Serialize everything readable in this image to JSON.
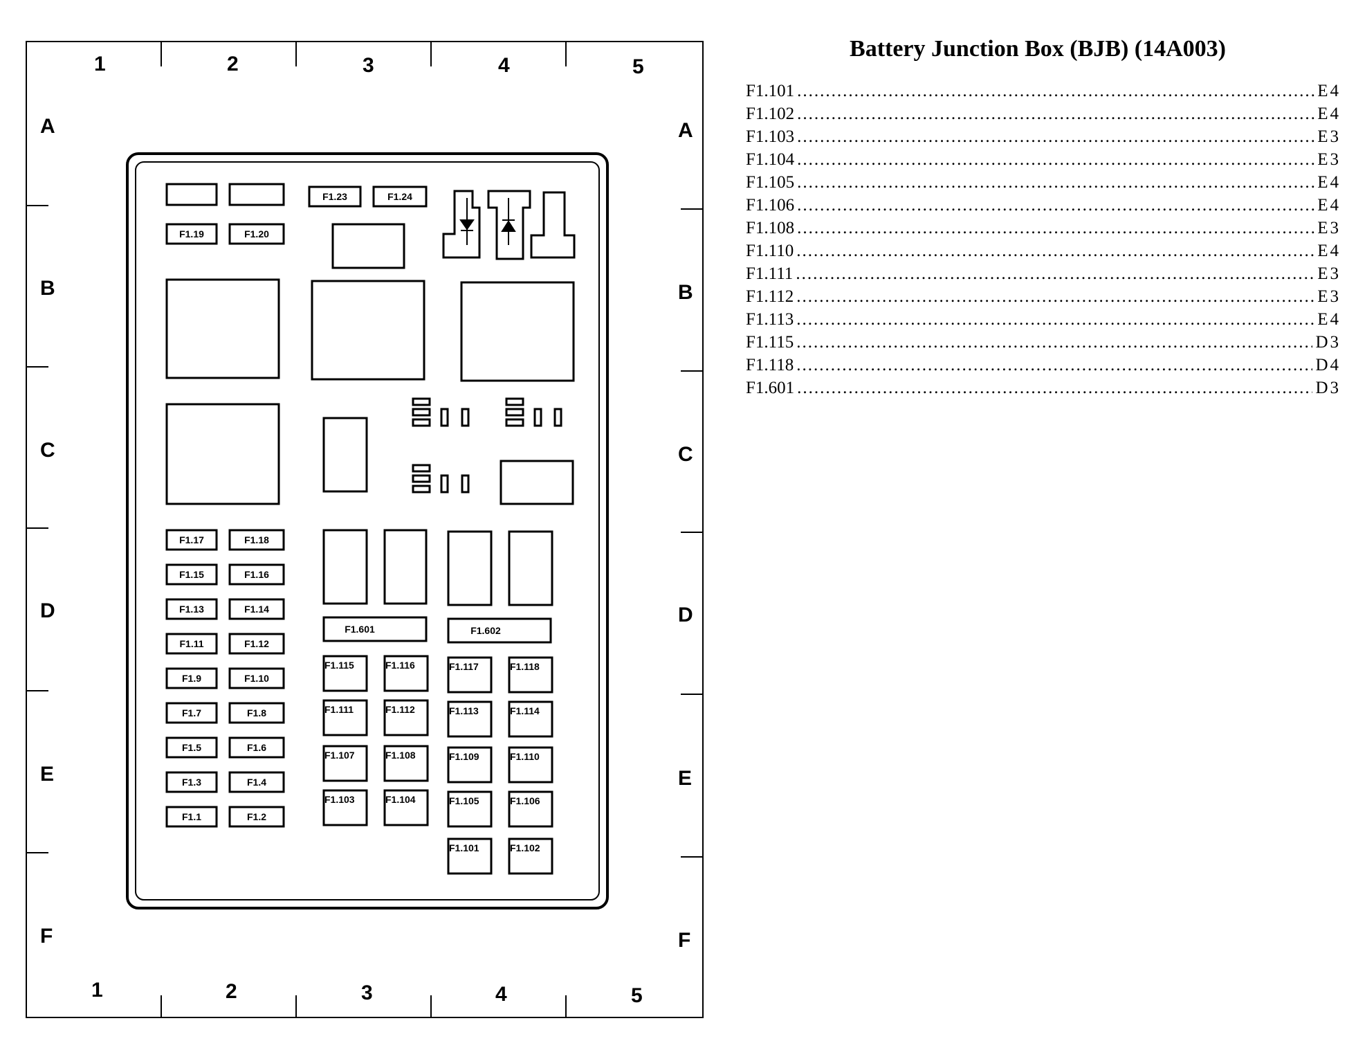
{
  "title": "Battery Junction Box (BJB) (14A003)",
  "grid": {
    "columns": [
      "1",
      "2",
      "3",
      "4",
      "5"
    ],
    "rows": [
      "A",
      "B",
      "C",
      "D",
      "E",
      "F"
    ]
  },
  "fuse_labels": {
    "f1_19": "F1.19",
    "f1_20": "F1.20",
    "f1_23": "F1.23",
    "f1_24": "F1.24",
    "f1_17": "F1.17",
    "f1_18": "F1.18",
    "f1_15": "F1.15",
    "f1_16": "F1.16",
    "f1_13": "F1.13",
    "f1_14": "F1.14",
    "f1_11": "F1.11",
    "f1_12": "F1.12",
    "f1_9": "F1.9",
    "f1_10": "F1.10",
    "f1_7": "F1.7",
    "f1_8": "F1.8",
    "f1_5": "F1.5",
    "f1_6": "F1.6",
    "f1_3": "F1.3",
    "f1_4": "F1.4",
    "f1_1": "F1.1",
    "f1_2": "F1.2",
    "f1_601": "F1.601",
    "f1_602": "F1.602",
    "f1_115": "F1.115",
    "f1_116": "F1.116",
    "f1_117": "F1.117",
    "f1_118": "F1.118",
    "f1_111": "F1.111",
    "f1_112": "F1.112",
    "f1_113": "F1.113",
    "f1_114": "F1.114",
    "f1_107": "F1.107",
    "f1_108": "F1.108",
    "f1_109": "F1.109",
    "f1_110": "F1.110",
    "f1_103": "F1.103",
    "f1_104": "F1.104",
    "f1_105": "F1.105",
    "f1_106": "F1.106",
    "f1_101": "F1.101",
    "f1_102": "F1.102"
  },
  "index": [
    {
      "fuse": "F1.101",
      "location": "E4"
    },
    {
      "fuse": "F1.102",
      "location": "E4"
    },
    {
      "fuse": "F1.103",
      "location": "E3"
    },
    {
      "fuse": "F1.104",
      "location": "E3"
    },
    {
      "fuse": "F1.105",
      "location": "E4"
    },
    {
      "fuse": "F1.106",
      "location": "E4"
    },
    {
      "fuse": "F1.108",
      "location": "E3"
    },
    {
      "fuse": "F1.110",
      "location": "E4"
    },
    {
      "fuse": "F1.111",
      "location": "E3"
    },
    {
      "fuse": "F1.112",
      "location": "E3"
    },
    {
      "fuse": "F1.113",
      "location": "E4"
    },
    {
      "fuse": "F1.115",
      "location": "D3"
    },
    {
      "fuse": "F1.118",
      "location": "D4"
    },
    {
      "fuse": "F1.601",
      "location": "D3"
    }
  ]
}
